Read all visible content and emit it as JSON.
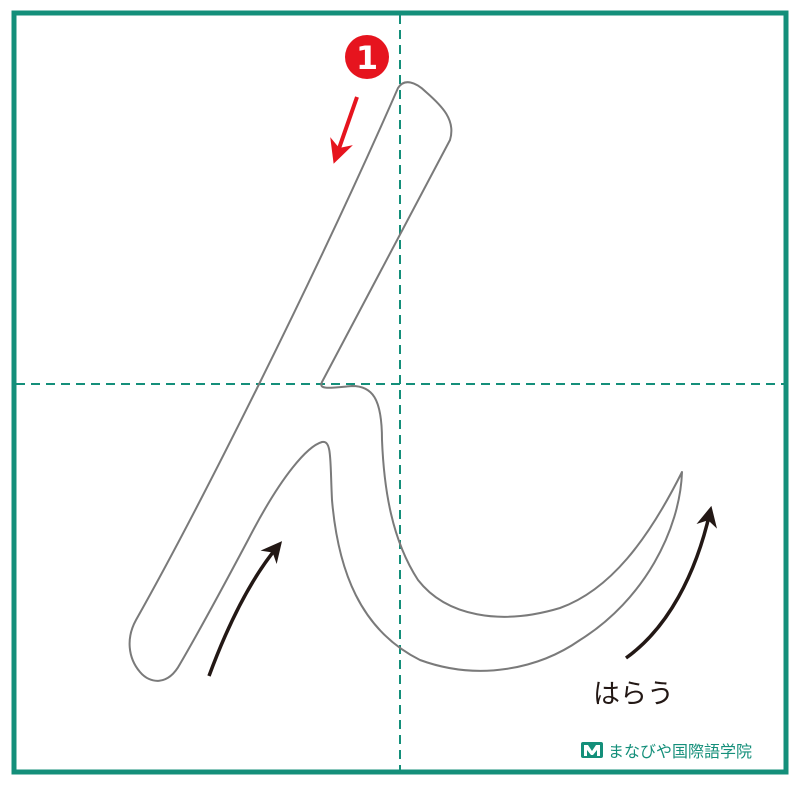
{
  "character": "ん",
  "stroke": {
    "order_number": "1",
    "sweep_label": "はらう"
  },
  "brand": {
    "name": "まなびや国際語学院",
    "icon": "open-book-m-icon"
  },
  "colors": {
    "frame": "#148f7a",
    "guide": "#148f7a",
    "outline": "#7a7a7a",
    "order_badge": "#e6141e",
    "order_arrow": "#e6141e",
    "direction_arrow": "#231815",
    "label_text": "#231815",
    "brand_text": "#148f7a"
  }
}
